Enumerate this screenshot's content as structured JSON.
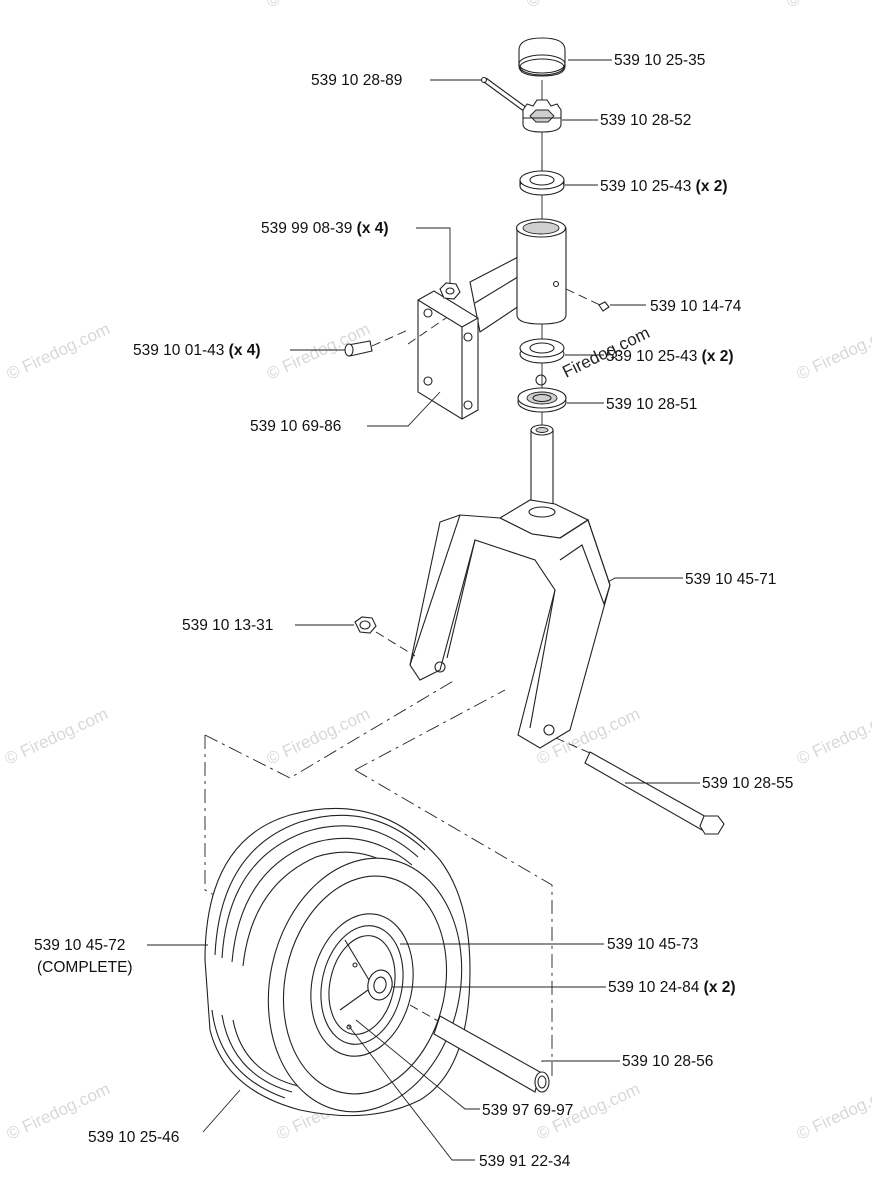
{
  "watermark": "© Firedog.com",
  "watermark_inline": "Firedog.com",
  "parts": {
    "p1": {
      "number": "539 10 25-35",
      "qty": ""
    },
    "p2": {
      "number": "539 10 28-89",
      "qty": ""
    },
    "p3": {
      "number": "539 10 28-52",
      "qty": ""
    },
    "p4": {
      "number": "539 10 25-43",
      "qty": "(x 2)"
    },
    "p5": {
      "number": "539 99 08-39",
      "qty": "(x 4)"
    },
    "p6": {
      "number": "539 10 14-74",
      "qty": ""
    },
    "p7": {
      "number": "539 10 01-43",
      "qty": "(x 4)"
    },
    "p8": {
      "number": "539 10 25-43",
      "qty": "(x 2)"
    },
    "p9": {
      "number": "539 10 28-51",
      "qty": ""
    },
    "p10": {
      "number": "539 10 69-86",
      "qty": ""
    },
    "p11": {
      "number": "539 10 45-71",
      "qty": ""
    },
    "p12": {
      "number": "539 10 13-31",
      "qty": ""
    },
    "p13": {
      "number": "539 10 28-55",
      "qty": ""
    },
    "p14": {
      "number": "539 10 45-72",
      "qty": "",
      "note": "(COMPLETE)"
    },
    "p15": {
      "number": "539 10 45-73",
      "qty": ""
    },
    "p16": {
      "number": "539 10 24-84",
      "qty": "(x 2)"
    },
    "p17": {
      "number": "539 10 28-56",
      "qty": ""
    },
    "p18": {
      "number": "539 97 69-97",
      "qty": ""
    },
    "p19": {
      "number": "539 10 25-46",
      "qty": ""
    },
    "p20": {
      "number": "539 91 22-34",
      "qty": ""
    }
  }
}
